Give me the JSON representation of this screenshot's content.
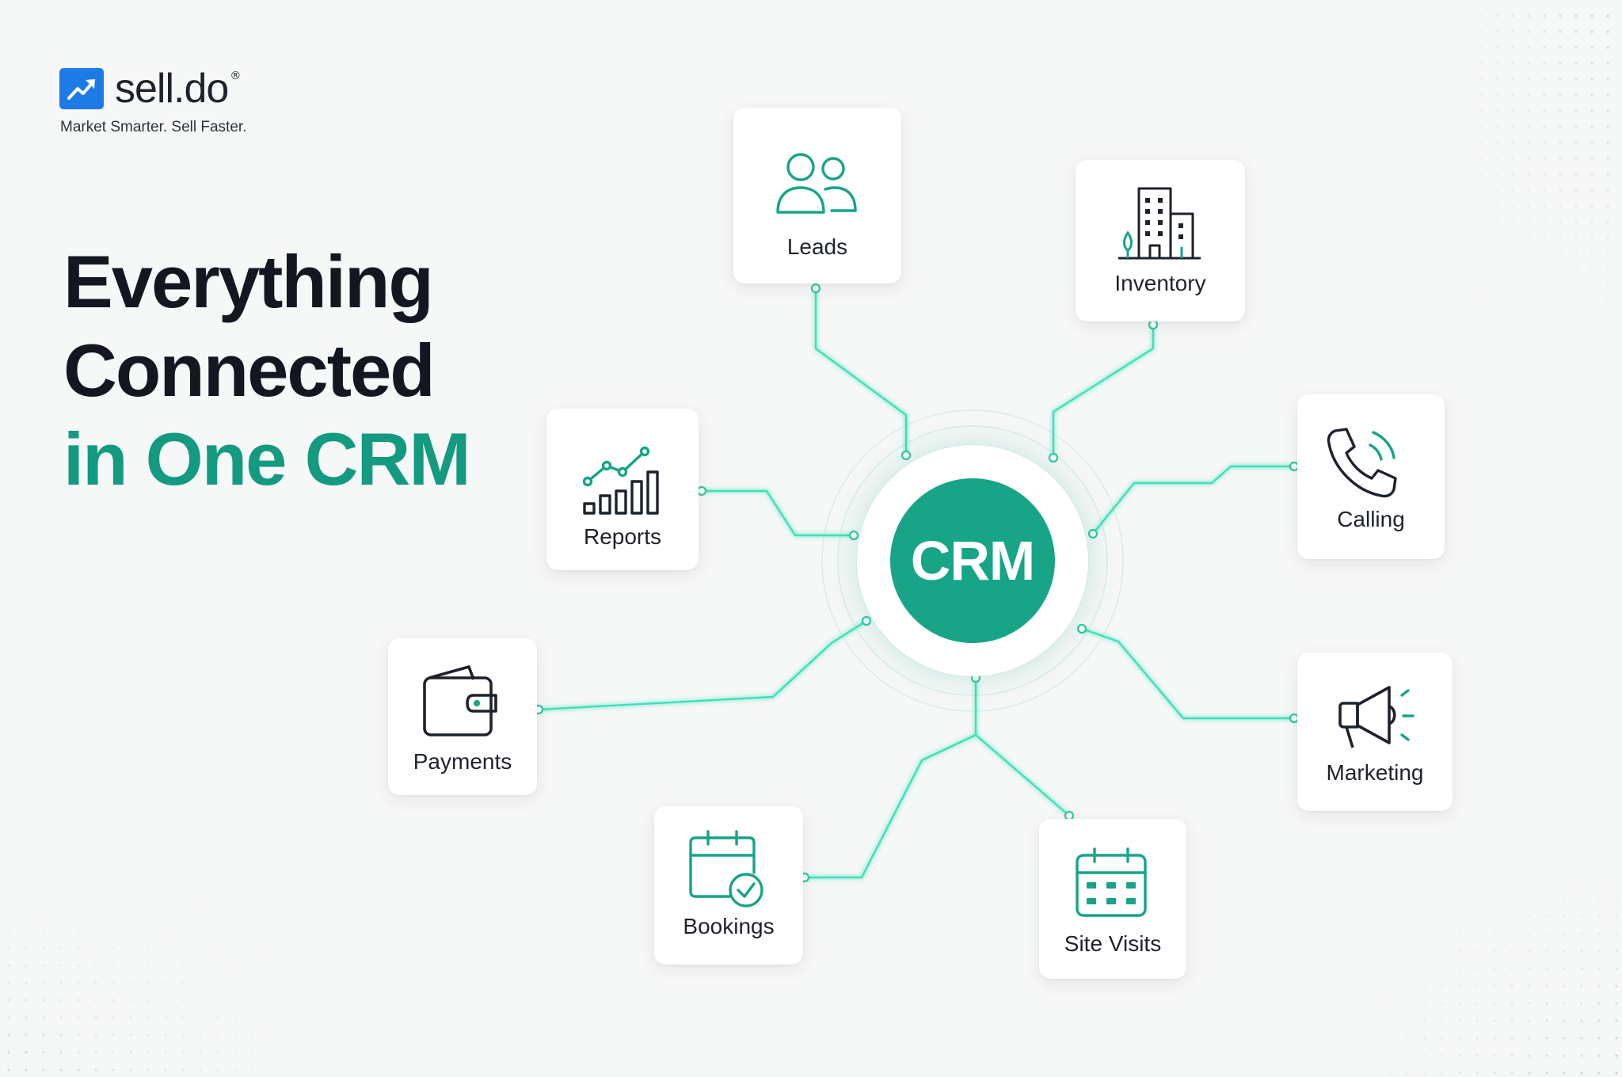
{
  "brand": {
    "name": "sell.do",
    "registered_mark": "®",
    "tagline": "Market Smarter. Sell Faster."
  },
  "headline": {
    "line1": "Everything",
    "line2": "Connected",
    "line3": "in One CRM"
  },
  "hub": {
    "label": "CRM"
  },
  "modules": {
    "leads": {
      "label": "Leads",
      "icon": "users-icon"
    },
    "inventory": {
      "label": "Inventory",
      "icon": "buildings-icon"
    },
    "calling": {
      "label": "Calling",
      "icon": "phone-icon"
    },
    "marketing": {
      "label": "Marketing",
      "icon": "megaphone-icon"
    },
    "site_visits": {
      "label": "Site Visits",
      "icon": "calendar-icon"
    },
    "bookings": {
      "label": "Bookings",
      "icon": "calendar-check-icon"
    },
    "payments": {
      "label": "Payments",
      "icon": "wallet-icon"
    },
    "reports": {
      "label": "Reports",
      "icon": "bar-chart-icon"
    }
  },
  "colors": {
    "accent": "#17a487",
    "headline_green": "#139a80",
    "connector": "#3fe0b8",
    "text_dark": "#131820",
    "logo_blue": "#1e7be6",
    "background": "#f6f7f7"
  }
}
